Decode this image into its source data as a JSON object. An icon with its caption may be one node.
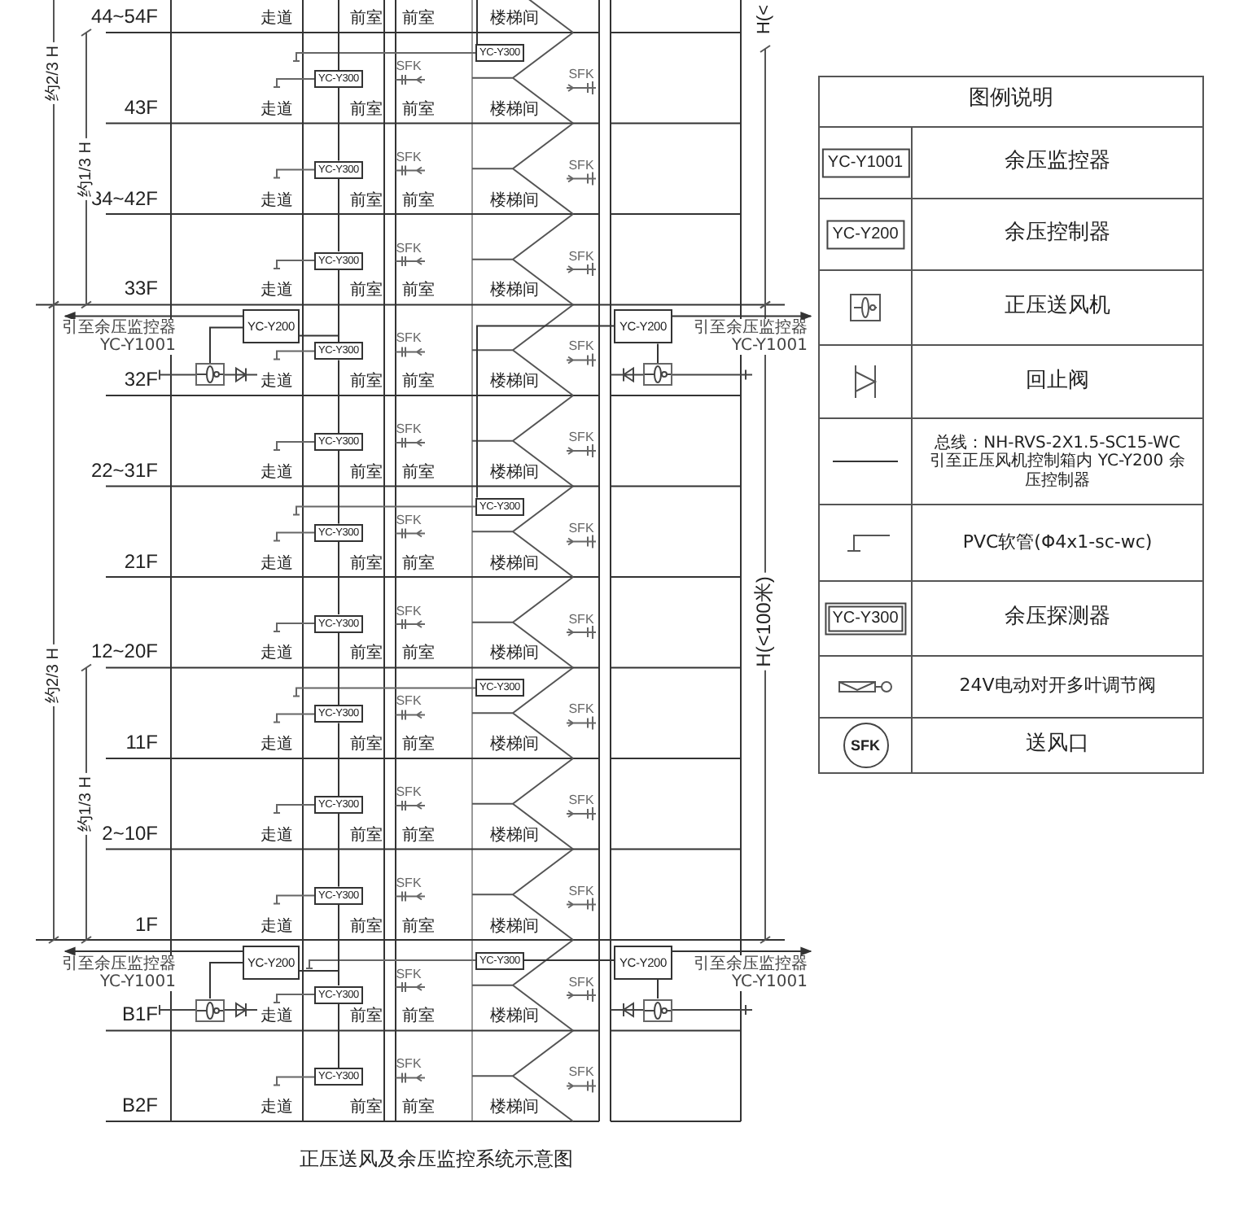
{
  "diagram": {
    "caption": "正压送风及余压监控系统示意图",
    "nodes": [
      {
        "text": [
          "YC-Y300"
        ]
      },
      {
        "text": [
          "YC-Y300"
        ]
      },
      {
        "text": [
          "YC-Y300"
        ]
      },
      {
        "text": [
          "YC-Y300"
        ]
      },
      {
        "text": [
          "YC-Y200"
        ]
      },
      {
        "text": [
          "YC-Y200"
        ]
      },
      {
        "text": [
          "YC-Y300"
        ]
      },
      {
        "text": [],
        "shape": "picture"
      },
      {
        "text": [],
        "shape": "picture"
      },
      {
        "text": [
          "YC-Y300"
        ]
      },
      {
        "text": [
          "YC-Y300"
        ]
      },
      {
        "text": [
          "YC-Y300"
        ]
      },
      {
        "text": [
          "YC-Y300"
        ]
      },
      {
        "text": [
          "YC-Y300"
        ]
      },
      {
        "text": [
          "YC-Y300"
        ]
      },
      {
        "text": [
          "YC-Y300"
        ]
      },
      {
        "text": [
          "YC-Y300"
        ]
      },
      {
        "text": [
          "YC-Y200"
        ]
      },
      {
        "text": [
          "YC-Y200"
        ]
      },
      {
        "text": [
          "YC-Y300"
        ]
      },
      {
        "text": [
          "YC-Y300"
        ]
      },
      {
        "text": [],
        "shape": "picture"
      },
      {
        "text": [],
        "shape": "picture"
      },
      {
        "text": [
          "YC-Y300"
        ]
      }
    ],
    "edges": [
      {
        "from": 0,
        "to": null,
        "arrow": "none"
      },
      {
        "from": 0,
        "to": 2,
        "arrow": "none"
      },
      {
        "from": 2,
        "to": 3,
        "arrow": "none"
      },
      {
        "from": 3,
        "to": 6,
        "arrow": "none"
      },
      {
        "from": 6,
        "to": 9,
        "arrow": "none"
      },
      {
        "from": 9,
        "to": 10,
        "arrow": "none"
      },
      {
        "from": 10,
        "to": 12,
        "arrow": "none"
      },
      {
        "from": 12,
        "to": 13,
        "arrow": "none"
      },
      {
        "from": 13,
        "to": 15,
        "arrow": "none"
      },
      {
        "from": 15,
        "to": 16,
        "arrow": "none"
      },
      {
        "from": 16,
        "to": 19,
        "arrow": "none"
      },
      {
        "from": 19,
        "to": 23,
        "arrow": "none"
      },
      {
        "from": 1,
        "to": null,
        "arrow": "none"
      },
      {
        "from": 4,
        "to": 6,
        "arrow": "none"
      },
      {
        "from": 5,
        "to": 11,
        "arrow": "none"
      },
      {
        "from": 4,
        "to": 7,
        "arrow": "none"
      },
      {
        "from": 5,
        "to": 8,
        "arrow": "none"
      },
      {
        "from": 4,
        "to": null,
        "arrow": "to",
        "label": "引至余压监控器 YC-Y1001"
      },
      {
        "from": 5,
        "to": null,
        "arrow": "to",
        "label": "引至余压监控器 YC-Y1001"
      },
      {
        "from": 17,
        "to": 19,
        "arrow": "none"
      },
      {
        "from": 18,
        "to": 20,
        "arrow": "none"
      },
      {
        "from": 17,
        "to": 21,
        "arrow": "none"
      },
      {
        "from": 18,
        "to": 22,
        "arrow": "none"
      },
      {
        "from": 17,
        "to": null,
        "arrow": "to",
        "label": "引至余压监控器 YC-Y1001"
      },
      {
        "from": 18,
        "to": null,
        "arrow": "to",
        "label": "引至余压监控器 YC-Y1001"
      }
    ],
    "labels": [
      "44~54F",
      "走道",
      "前室",
      "前室",
      "楼梯间",
      "SFK",
      "SFK",
      "43F",
      "走道",
      "前室",
      "前室",
      "楼梯间",
      "SFK",
      "SFK",
      "34~42F",
      "走道",
      "前室",
      "前室",
      "楼梯间",
      "SFK",
      "SFK",
      "33F",
      "走道",
      "前室",
      "前室",
      "楼梯间",
      "SFK",
      "SFK",
      "32F",
      "走道",
      "前室",
      "前室",
      "楼梯间",
      "SFK",
      "SFK",
      "22~31F",
      "走道",
      "前室",
      "前室",
      "楼梯间",
      "SFK",
      "SFK",
      "21F",
      "走道",
      "前室",
      "前室",
      "楼梯间",
      "SFK",
      "SFK",
      "12~20F",
      "走道",
      "前室",
      "前室",
      "楼梯间",
      "SFK",
      "SFK",
      "11F",
      "走道",
      "前室",
      "前室",
      "楼梯间",
      "SFK",
      "SFK",
      "2~10F",
      "走道",
      "前室",
      "前室",
      "楼梯间",
      "SFK",
      "SFK",
      "1F",
      "走道",
      "前室",
      "前室",
      "楼梯间",
      "SFK",
      "SFK",
      "B1F",
      "走道",
      "前室",
      "前室",
      "楼梯间",
      "SFK",
      "SFK",
      "B2F",
      "走道",
      "前室",
      "前室",
      "楼梯间",
      "H(<",
      "约2/3 H",
      "约1/3 H",
      "约2/3 H",
      "约1/3 H",
      "H(<100米)",
      "图例说明",
      "YC-Y1001",
      "YC-Y200",
      "YC-Y300",
      "SFK"
    ],
    "legend": [
      {
        "text": "余压监控器"
      },
      {
        "text": "余压控制器"
      },
      {
        "text": "正压送风机"
      },
      {
        "text": "回止阀"
      },
      {
        "text": "总线：NH-RVS-2X1.5-SC15-WC 引至正压风机控制箱内 YC-Y200 余压控制器"
      },
      {
        "text": "PVC软管(Φ4x1-sc-wc)"
      },
      {
        "text": "余压探测器"
      },
      {
        "text": "24V电动对开多叶调节阀"
      },
      {
        "text": "送风口"
      }
    ]
  }
}
